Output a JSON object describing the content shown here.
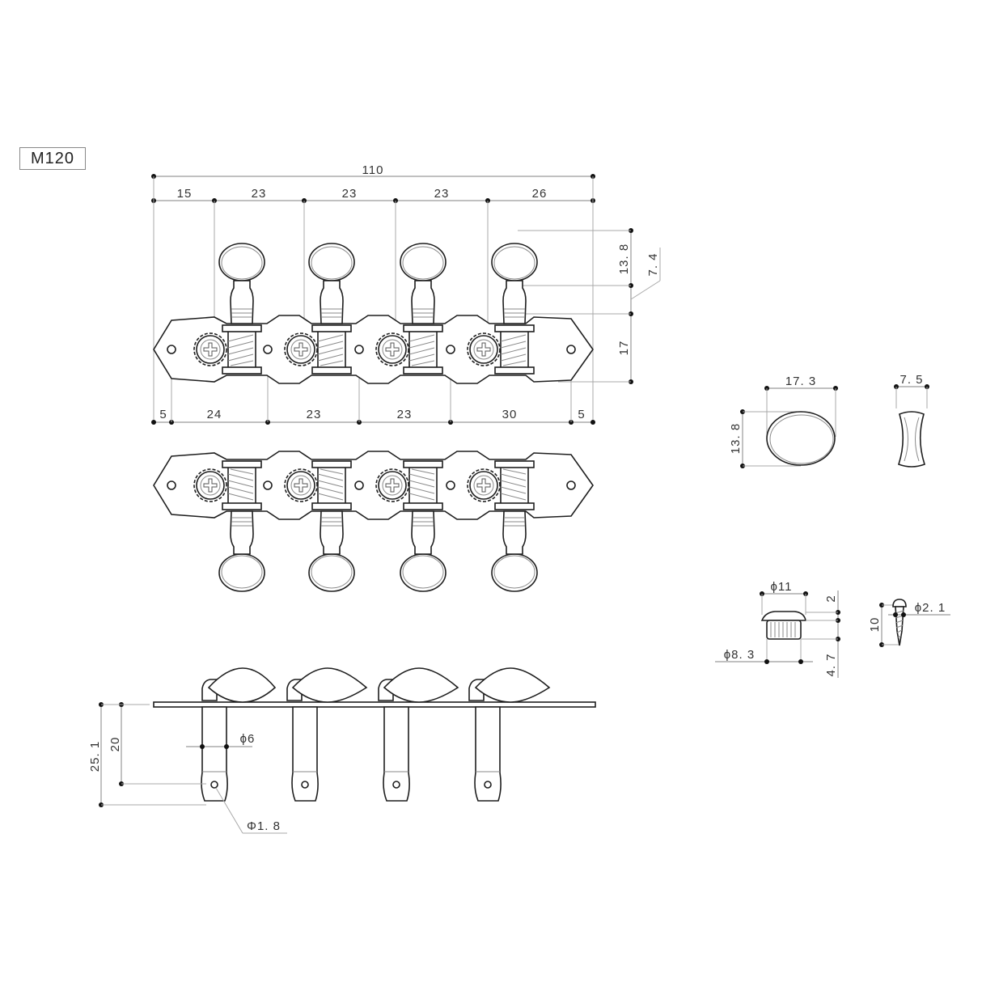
{
  "model": "M120",
  "top_view": {
    "overall_width": "110",
    "post_spacing_top": [
      "15",
      "23",
      "23",
      "23",
      "26"
    ],
    "hole_spacing_bottom": [
      "5",
      "24",
      "23",
      "23",
      "30",
      "5"
    ],
    "button_height": "13. 8",
    "shaft_height": "7. 4",
    "plate_height": "17"
  },
  "button_detail": {
    "width": "17. 3",
    "height": "13. 8",
    "thickness": "7. 5"
  },
  "bushing_detail": {
    "head_diameter": "ϕ11",
    "body_diameter": "ϕ8. 3",
    "head_height": "2",
    "body_height": "4. 7"
  },
  "screw_detail": {
    "diameter": "ϕ2. 1",
    "length": "10"
  },
  "side_view": {
    "total_post_length": "25. 1",
    "hole_position": "20",
    "post_diameter": "ϕ6",
    "hole_diameter": "Φ1. 8"
  },
  "colors": {
    "line": "#1e1e1e",
    "dimension": "#9a9a9a",
    "background": "#ffffff"
  }
}
